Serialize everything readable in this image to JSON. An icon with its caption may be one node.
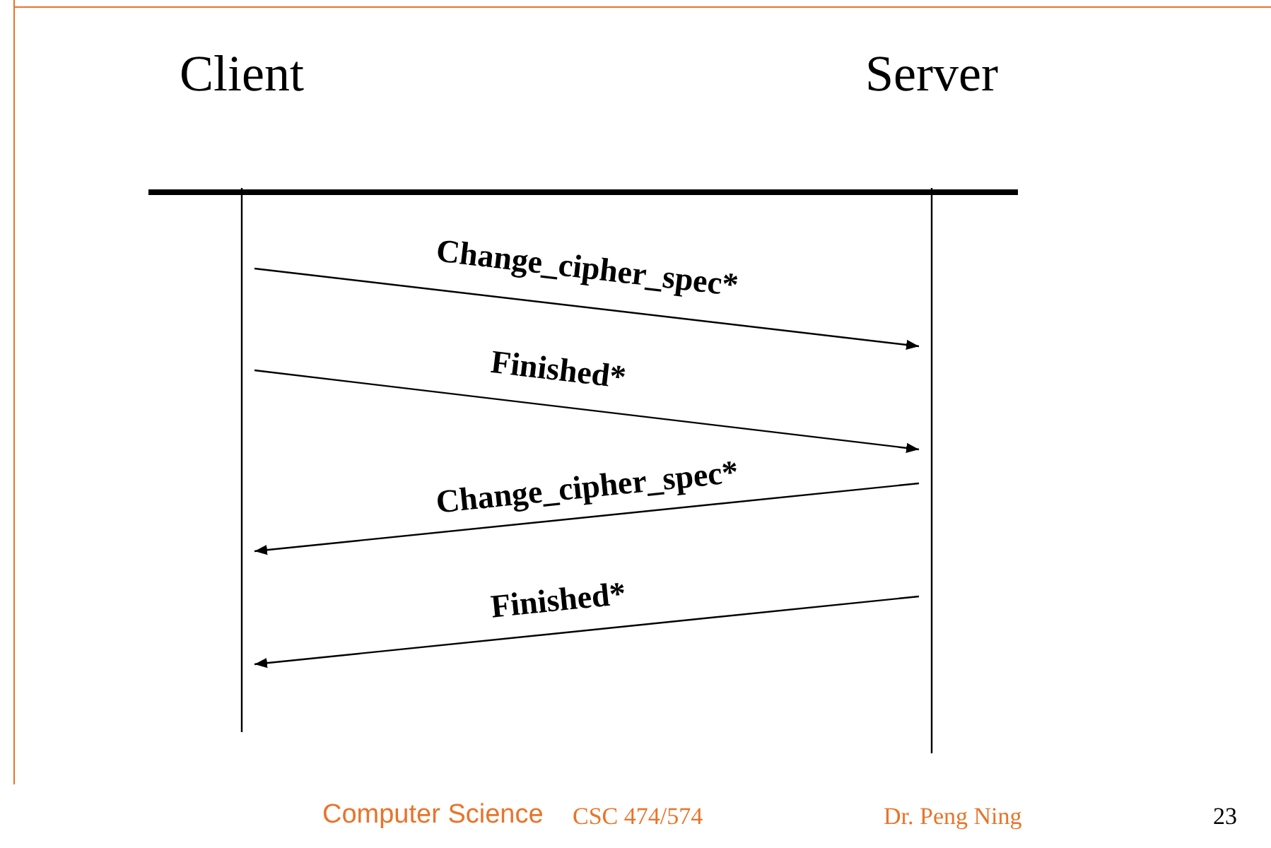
{
  "diagram": {
    "nodes": [
      {
        "text": [
          "Client"
        ]
      },
      {
        "text": [
          "Server"
        ]
      }
    ],
    "edges": [
      {
        "from": 0,
        "to": 1,
        "arrow": "to",
        "label": "Change_cipher_spec*"
      },
      {
        "from": 0,
        "to": 1,
        "arrow": "to",
        "label": "Finished*"
      },
      {
        "from": 1,
        "to": 0,
        "arrow": "to",
        "label": "Change_cipher_spec*"
      },
      {
        "from": 1,
        "to": 0,
        "arrow": "to",
        "label": "Finished*"
      }
    ],
    "labels": [
      "Computer Science",
      "CSC 474/574",
      "Dr. Peng Ning",
      "23"
    ]
  }
}
